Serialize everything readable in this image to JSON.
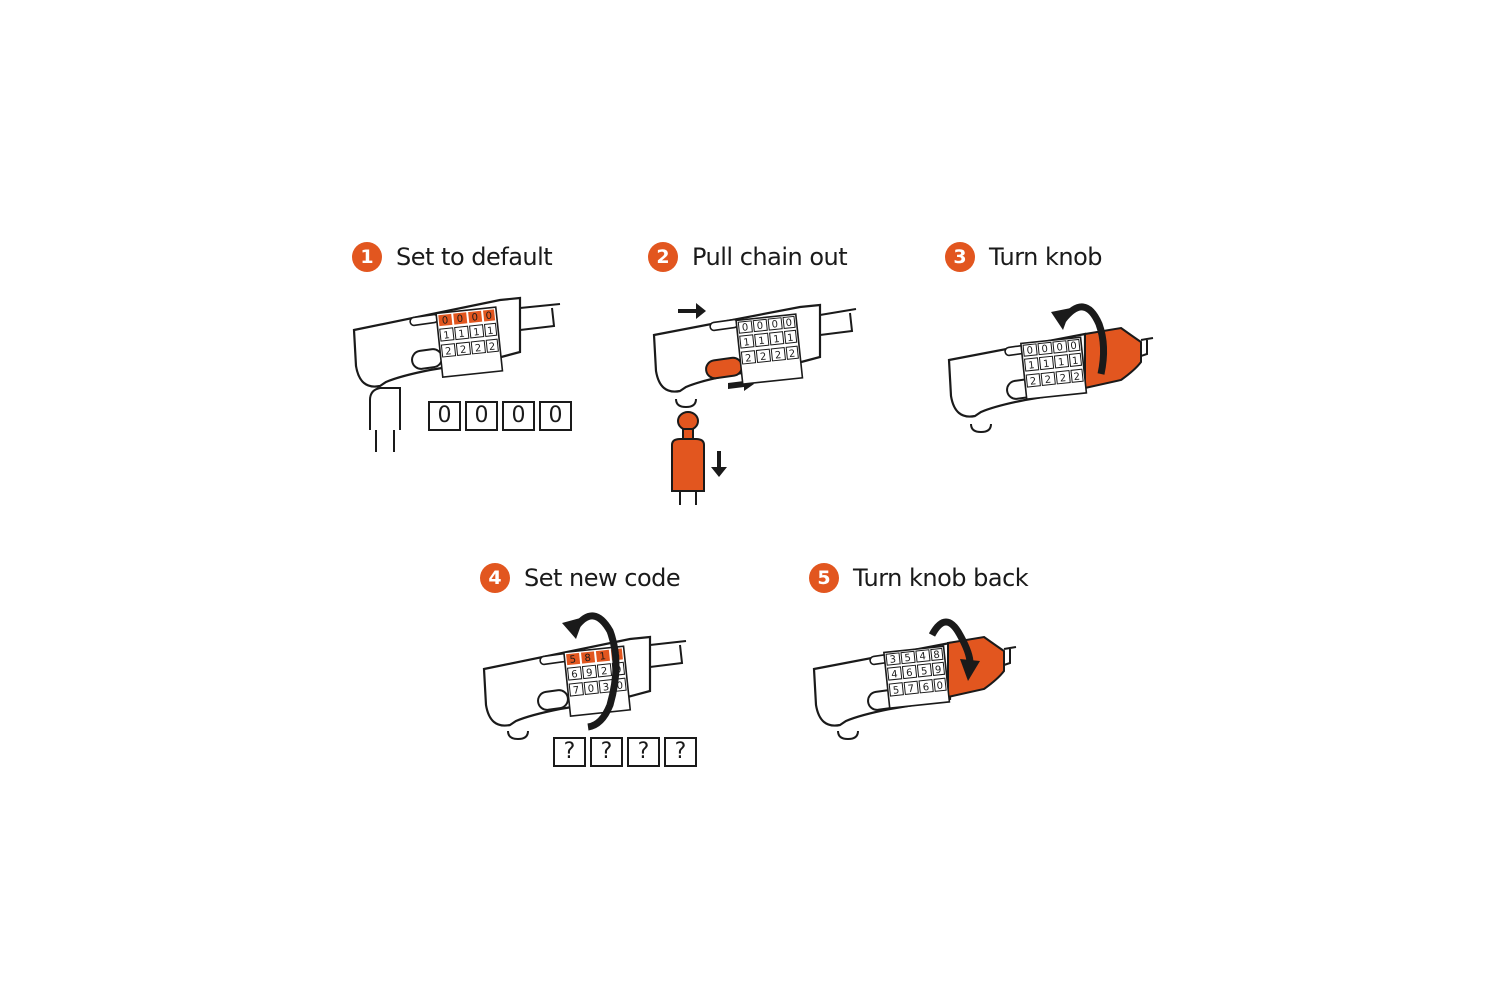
{
  "colors": {
    "accent": "#e2561f",
    "ink": "#1a1a1a",
    "background": "#ffffff"
  },
  "steps": [
    {
      "number": "1",
      "label": "Set to default",
      "code": [
        "0",
        "0",
        "0",
        "0"
      ],
      "wheels": [
        [
          "0",
          "0",
          "0",
          "0"
        ],
        [
          "1",
          "1",
          "1",
          "1"
        ],
        [
          "2",
          "2",
          "2",
          "2"
        ]
      ]
    },
    {
      "number": "2",
      "label": "Pull chain out",
      "wheels": [
        [
          "0",
          "0",
          "0",
          "0"
        ],
        [
          "1",
          "1",
          "1",
          "1"
        ],
        [
          "2",
          "2",
          "2",
          "2"
        ]
      ]
    },
    {
      "number": "3",
      "label": "Turn knob",
      "wheels": [
        [
          "0",
          "0",
          "0",
          "0"
        ],
        [
          "1",
          "1",
          "1",
          "1"
        ],
        [
          "2",
          "2",
          "2",
          "2"
        ]
      ]
    },
    {
      "number": "4",
      "label": "Set new code",
      "code": [
        "?",
        "?",
        "?",
        "?"
      ],
      "wheels": [
        [
          "5",
          "8",
          "1",
          "8"
        ],
        [
          "6",
          "9",
          "2",
          "9"
        ],
        [
          "7",
          "0",
          "3",
          "0"
        ]
      ]
    },
    {
      "number": "5",
      "label": "Turn knob back",
      "wheels": [
        [
          "3",
          "5",
          "4",
          "8"
        ],
        [
          "4",
          "6",
          "5",
          "9"
        ],
        [
          "5",
          "7",
          "6",
          "0"
        ]
      ]
    }
  ]
}
